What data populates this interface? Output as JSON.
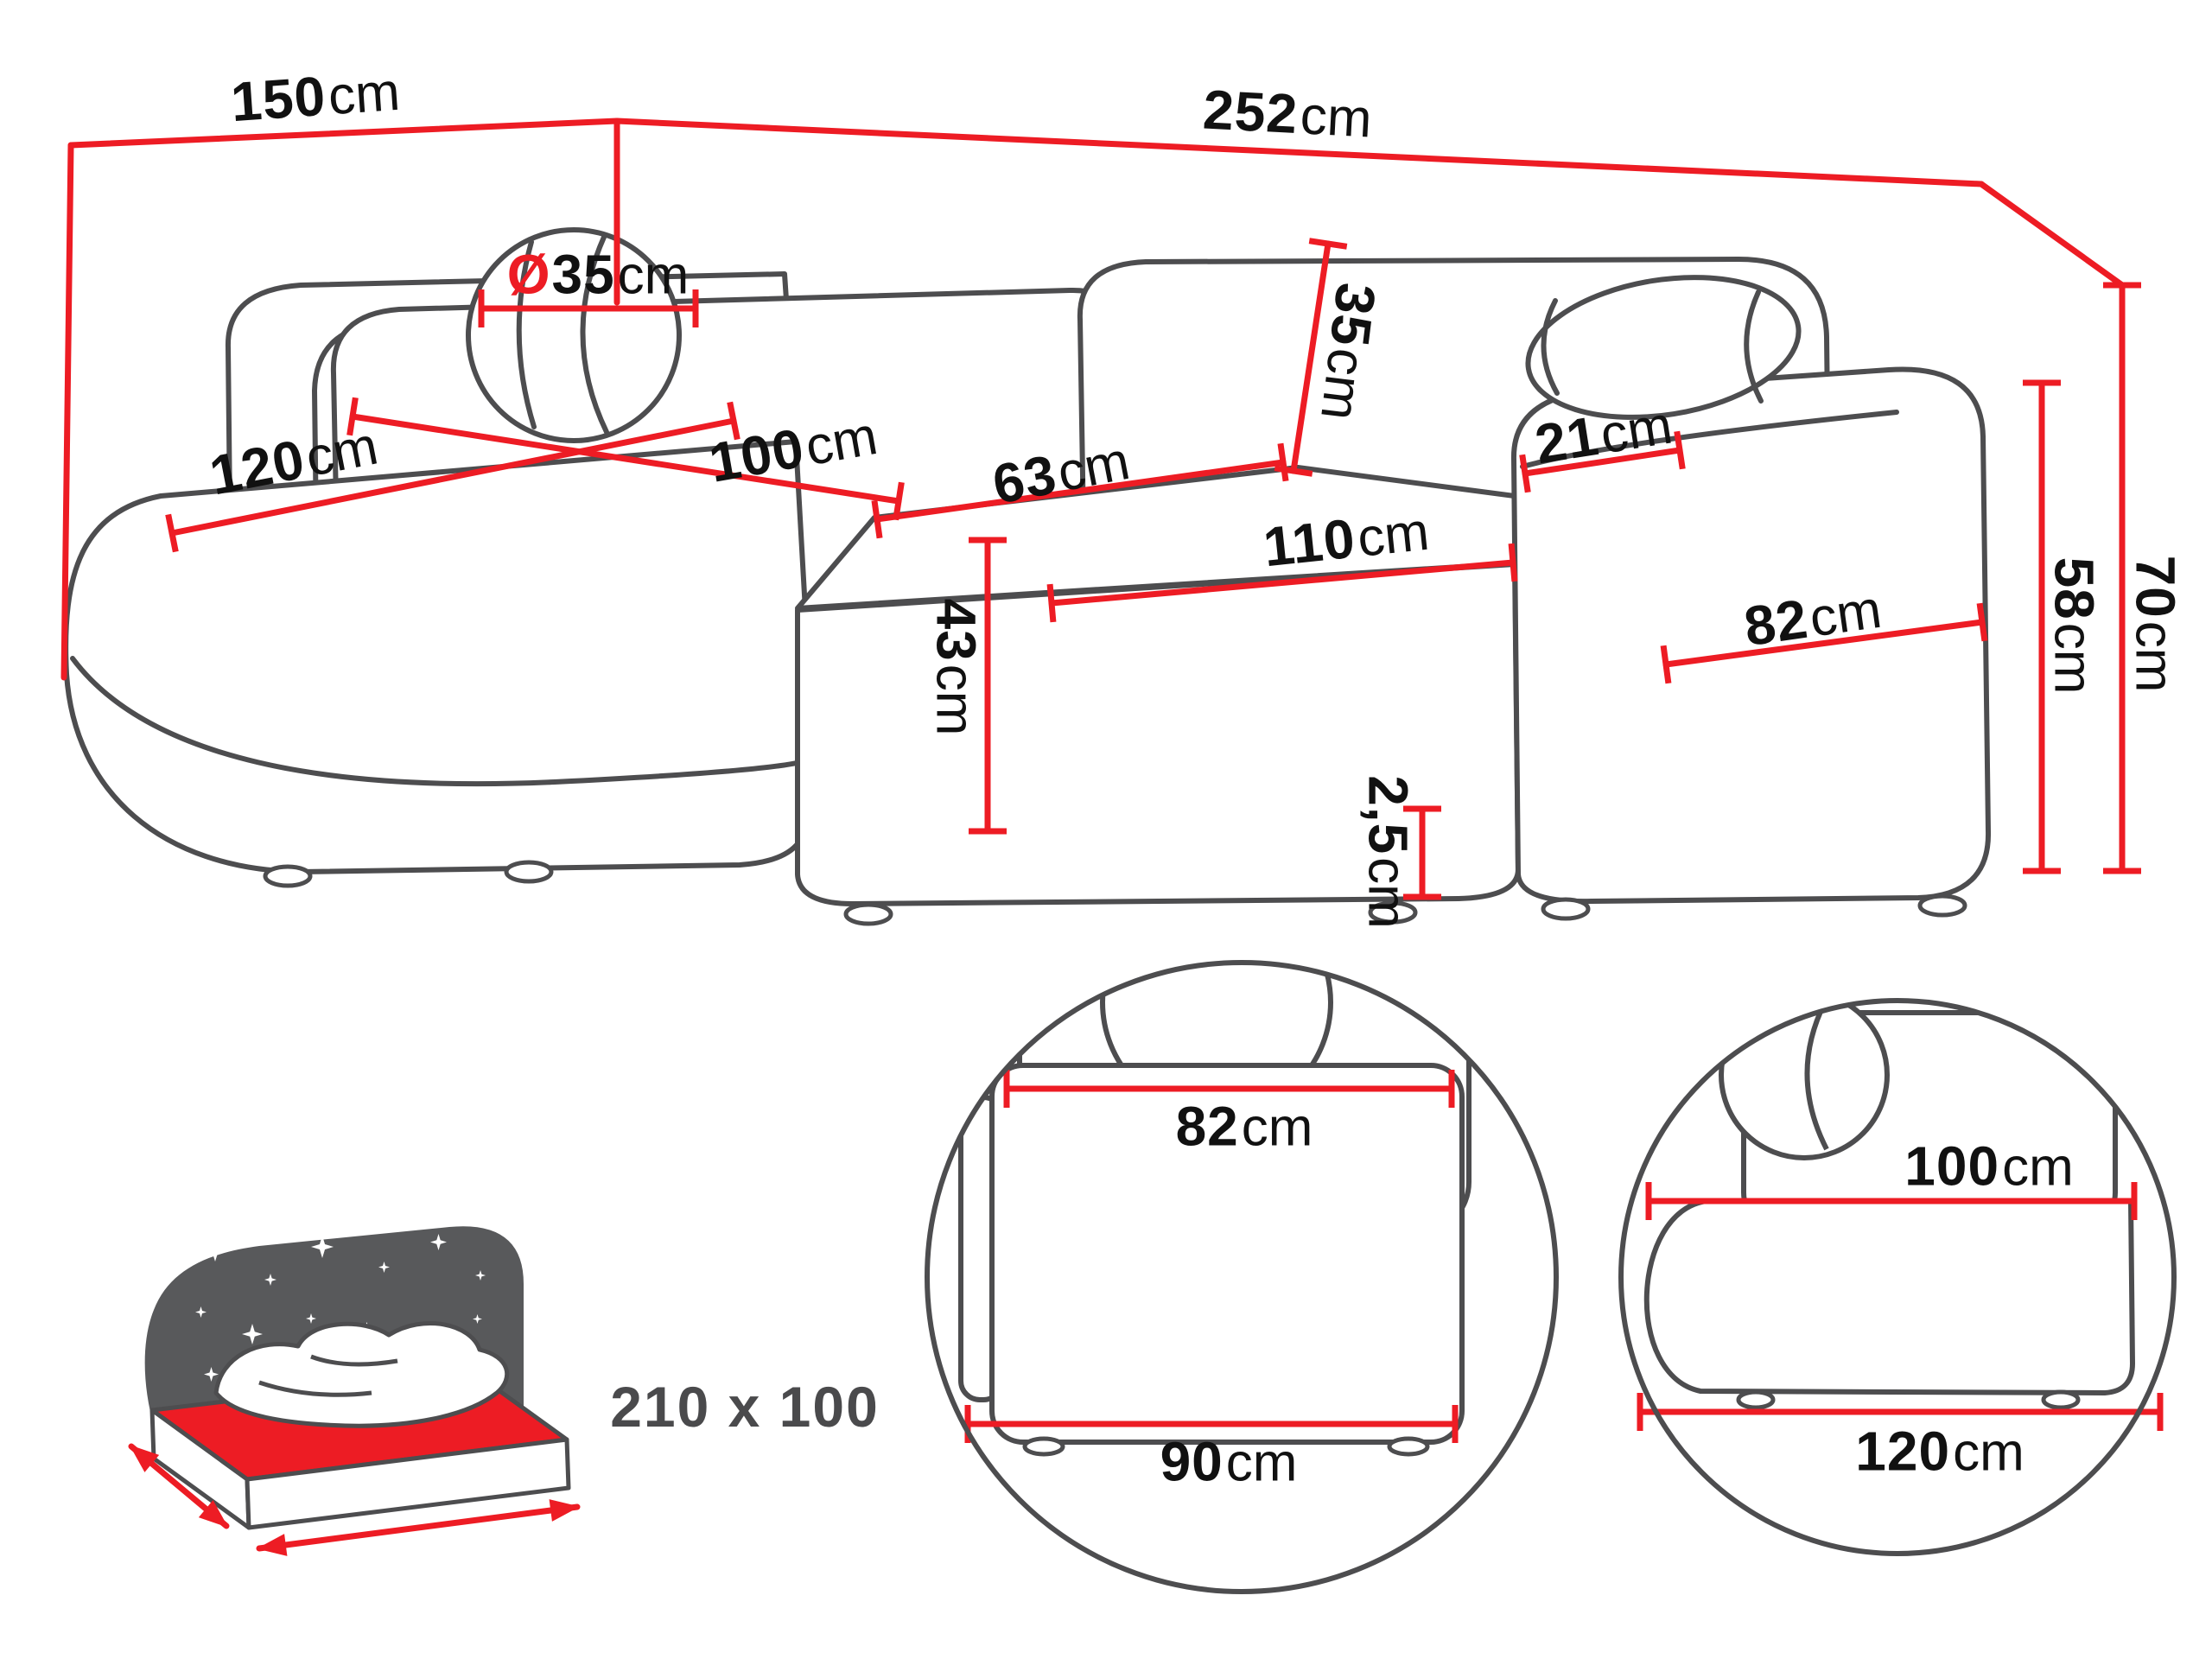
{
  "colors": {
    "dimension_red": "#ed1c24",
    "outline_gray": "#4d4d4f",
    "icon_gray": "#58595b",
    "text_black": "#111111"
  },
  "main_diagram": {
    "total_depth": {
      "value": "150",
      "unit": "cm"
    },
    "total_width": {
      "value": "252",
      "unit": "cm"
    },
    "bolster_diameter": {
      "prefix": "Ø",
      "value": "35",
      "unit": "cm"
    },
    "chaise_width": {
      "value": "120",
      "unit": "cm"
    },
    "chaise_depth": {
      "value": "100",
      "unit": "cm"
    },
    "seat_depth": {
      "value": "63",
      "unit": "cm"
    },
    "backrest_cushion_height": {
      "value": "35",
      "unit": "cm"
    },
    "seat_width": {
      "value": "110",
      "unit": "cm"
    },
    "armrest_top_width": {
      "value": "21",
      "unit": "cm"
    },
    "armrest_length": {
      "value": "82",
      "unit": "cm"
    },
    "armrest_height": {
      "value": "58",
      "unit": "cm"
    },
    "total_height": {
      "value": "70",
      "unit": "cm"
    },
    "seat_height": {
      "value": "43",
      "unit": "cm"
    },
    "leg_height": {
      "value": "2,5",
      "unit": "cm"
    }
  },
  "detail_armrest": {
    "top_width": {
      "value": "82",
      "unit": "cm"
    },
    "base_width": {
      "value": "90",
      "unit": "cm"
    }
  },
  "detail_chaise": {
    "seat_depth": {
      "value": "100",
      "unit": "cm"
    },
    "base_depth": {
      "value": "120",
      "unit": "cm"
    }
  },
  "sleeping_area": {
    "size": "210 x 100"
  }
}
